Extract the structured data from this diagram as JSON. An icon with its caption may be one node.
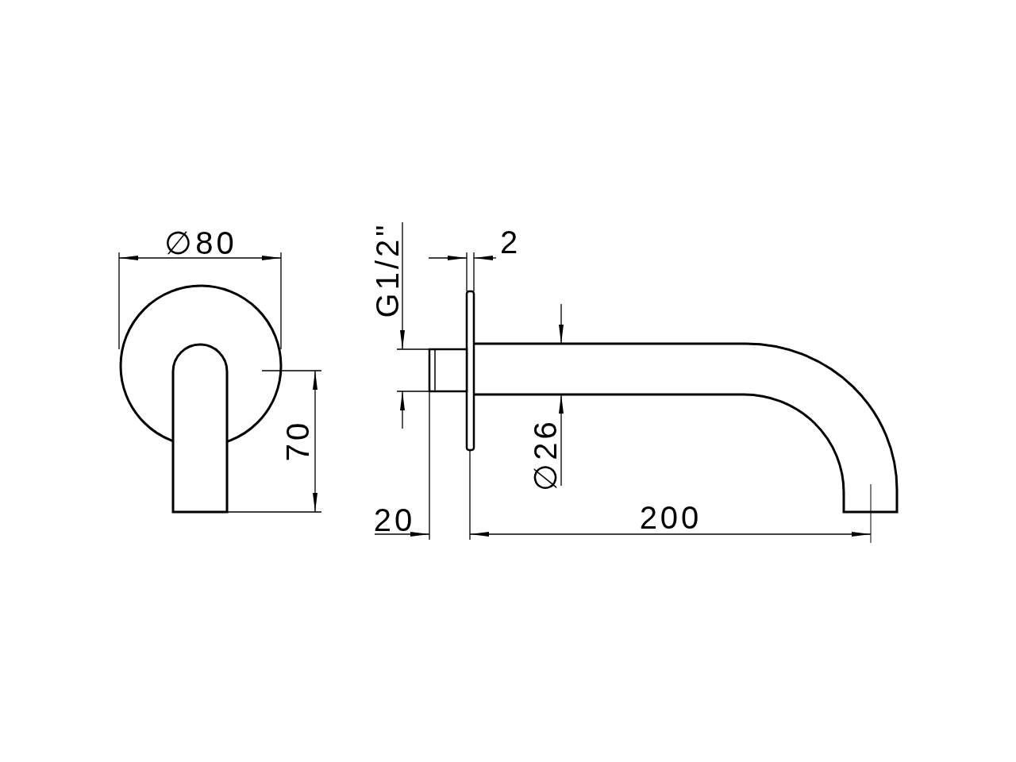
{
  "diagram": {
    "labels": [
      "∅80",
      "G1/2\"",
      "2",
      "70",
      "∅26",
      "20",
      "200"
    ]
  }
}
